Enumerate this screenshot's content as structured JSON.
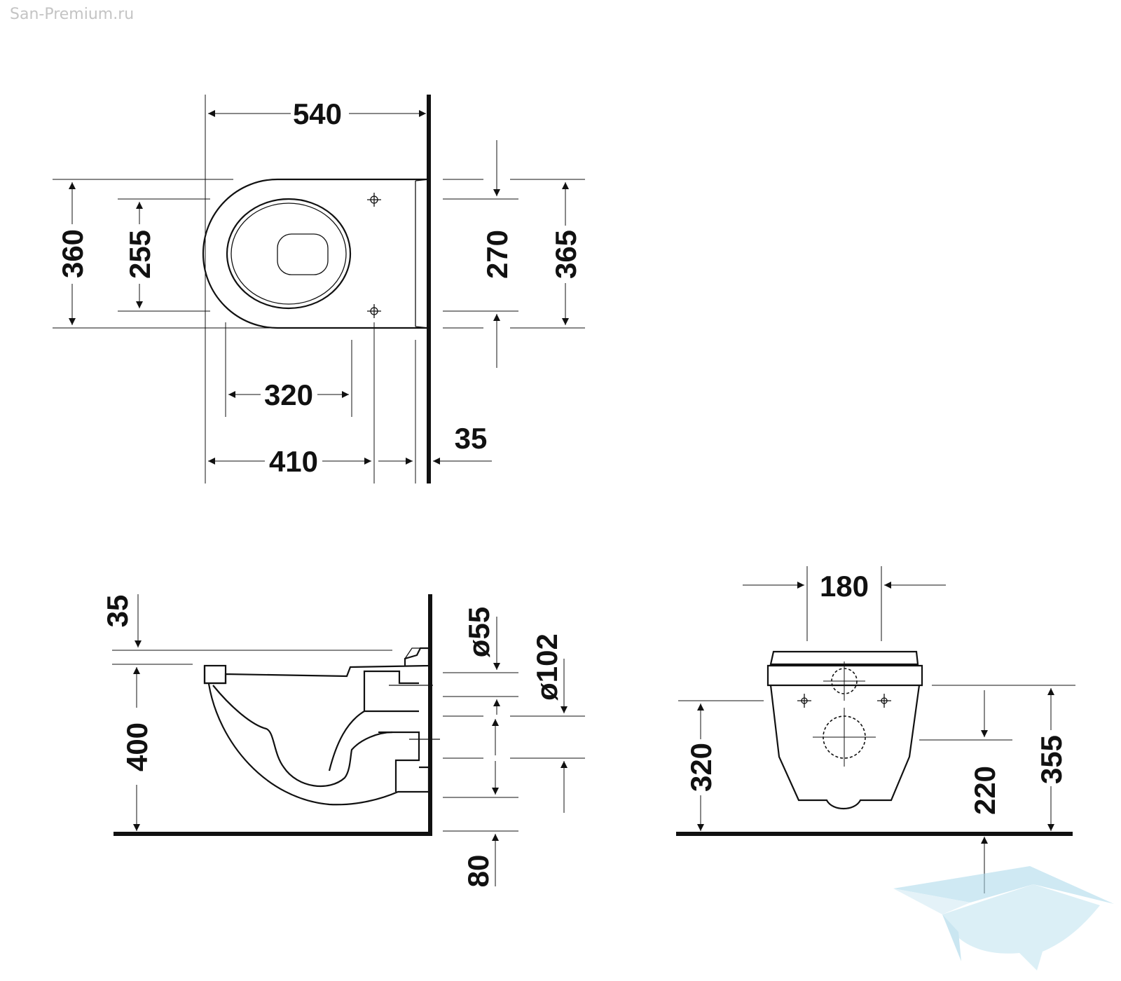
{
  "watermark": "San-Premium.ru",
  "top_view": {
    "overall_length": "540",
    "overall_width": "360",
    "inner_width": "255",
    "fixing_spacing": "270",
    "rear_width": "365",
    "bowl_length": "320",
    "fixing_distance": "410",
    "wall_offset": "35"
  },
  "side_view": {
    "seat_thickness": "35",
    "rim_height": "400",
    "inlet_diameter": "ø55",
    "outlet_diameter": "ø102",
    "outlet_height": "80"
  },
  "front_view": {
    "outlet_width": "180",
    "inlet_height": "320",
    "outlet_center_height": "220",
    "total_height": "355"
  },
  "logo": {
    "color": "#a9d8ea",
    "icon": "bathtub-logo"
  }
}
